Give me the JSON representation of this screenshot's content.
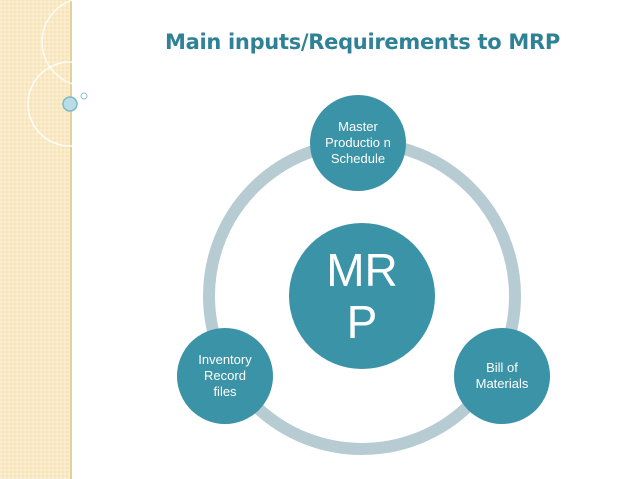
{
  "title": "Main inputs/Requirements to MRP",
  "diagram": {
    "center": "MRP",
    "nodes": [
      {
        "id": "top",
        "label": "Master Productio n Schedule"
      },
      {
        "id": "right",
        "label": "Bill of Materials"
      },
      {
        "id": "left",
        "label": "Inventory Record files"
      }
    ]
  },
  "colors": {
    "node_fill": "#3a93a6",
    "ring": "#b7cbd3",
    "title": "#2f8196",
    "left_band": "#f7e3b4"
  }
}
